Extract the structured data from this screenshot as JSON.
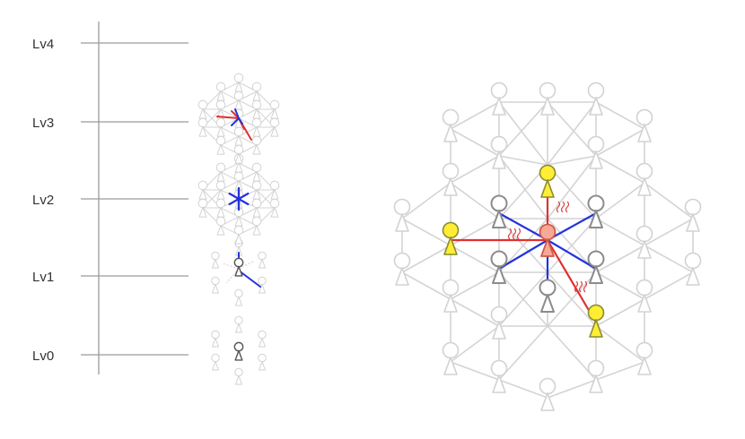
{
  "levels": [
    {
      "label": "Lv4"
    },
    {
      "label": "Lv3"
    },
    {
      "label": "Lv2"
    },
    {
      "label": "Lv1"
    },
    {
      "label": "Lv0"
    }
  ],
  "colors": {
    "axis": "#9a9a9a",
    "node_faded": "#d2d2d2",
    "node_dark": "#8c8c8c",
    "node_yellow": "#ffee33",
    "node_red": "#f7a896",
    "edge_red": "#e03030",
    "edge_blue": "#2233dd",
    "edge_gray": "#d4d4d4",
    "wave": "#e04040"
  }
}
